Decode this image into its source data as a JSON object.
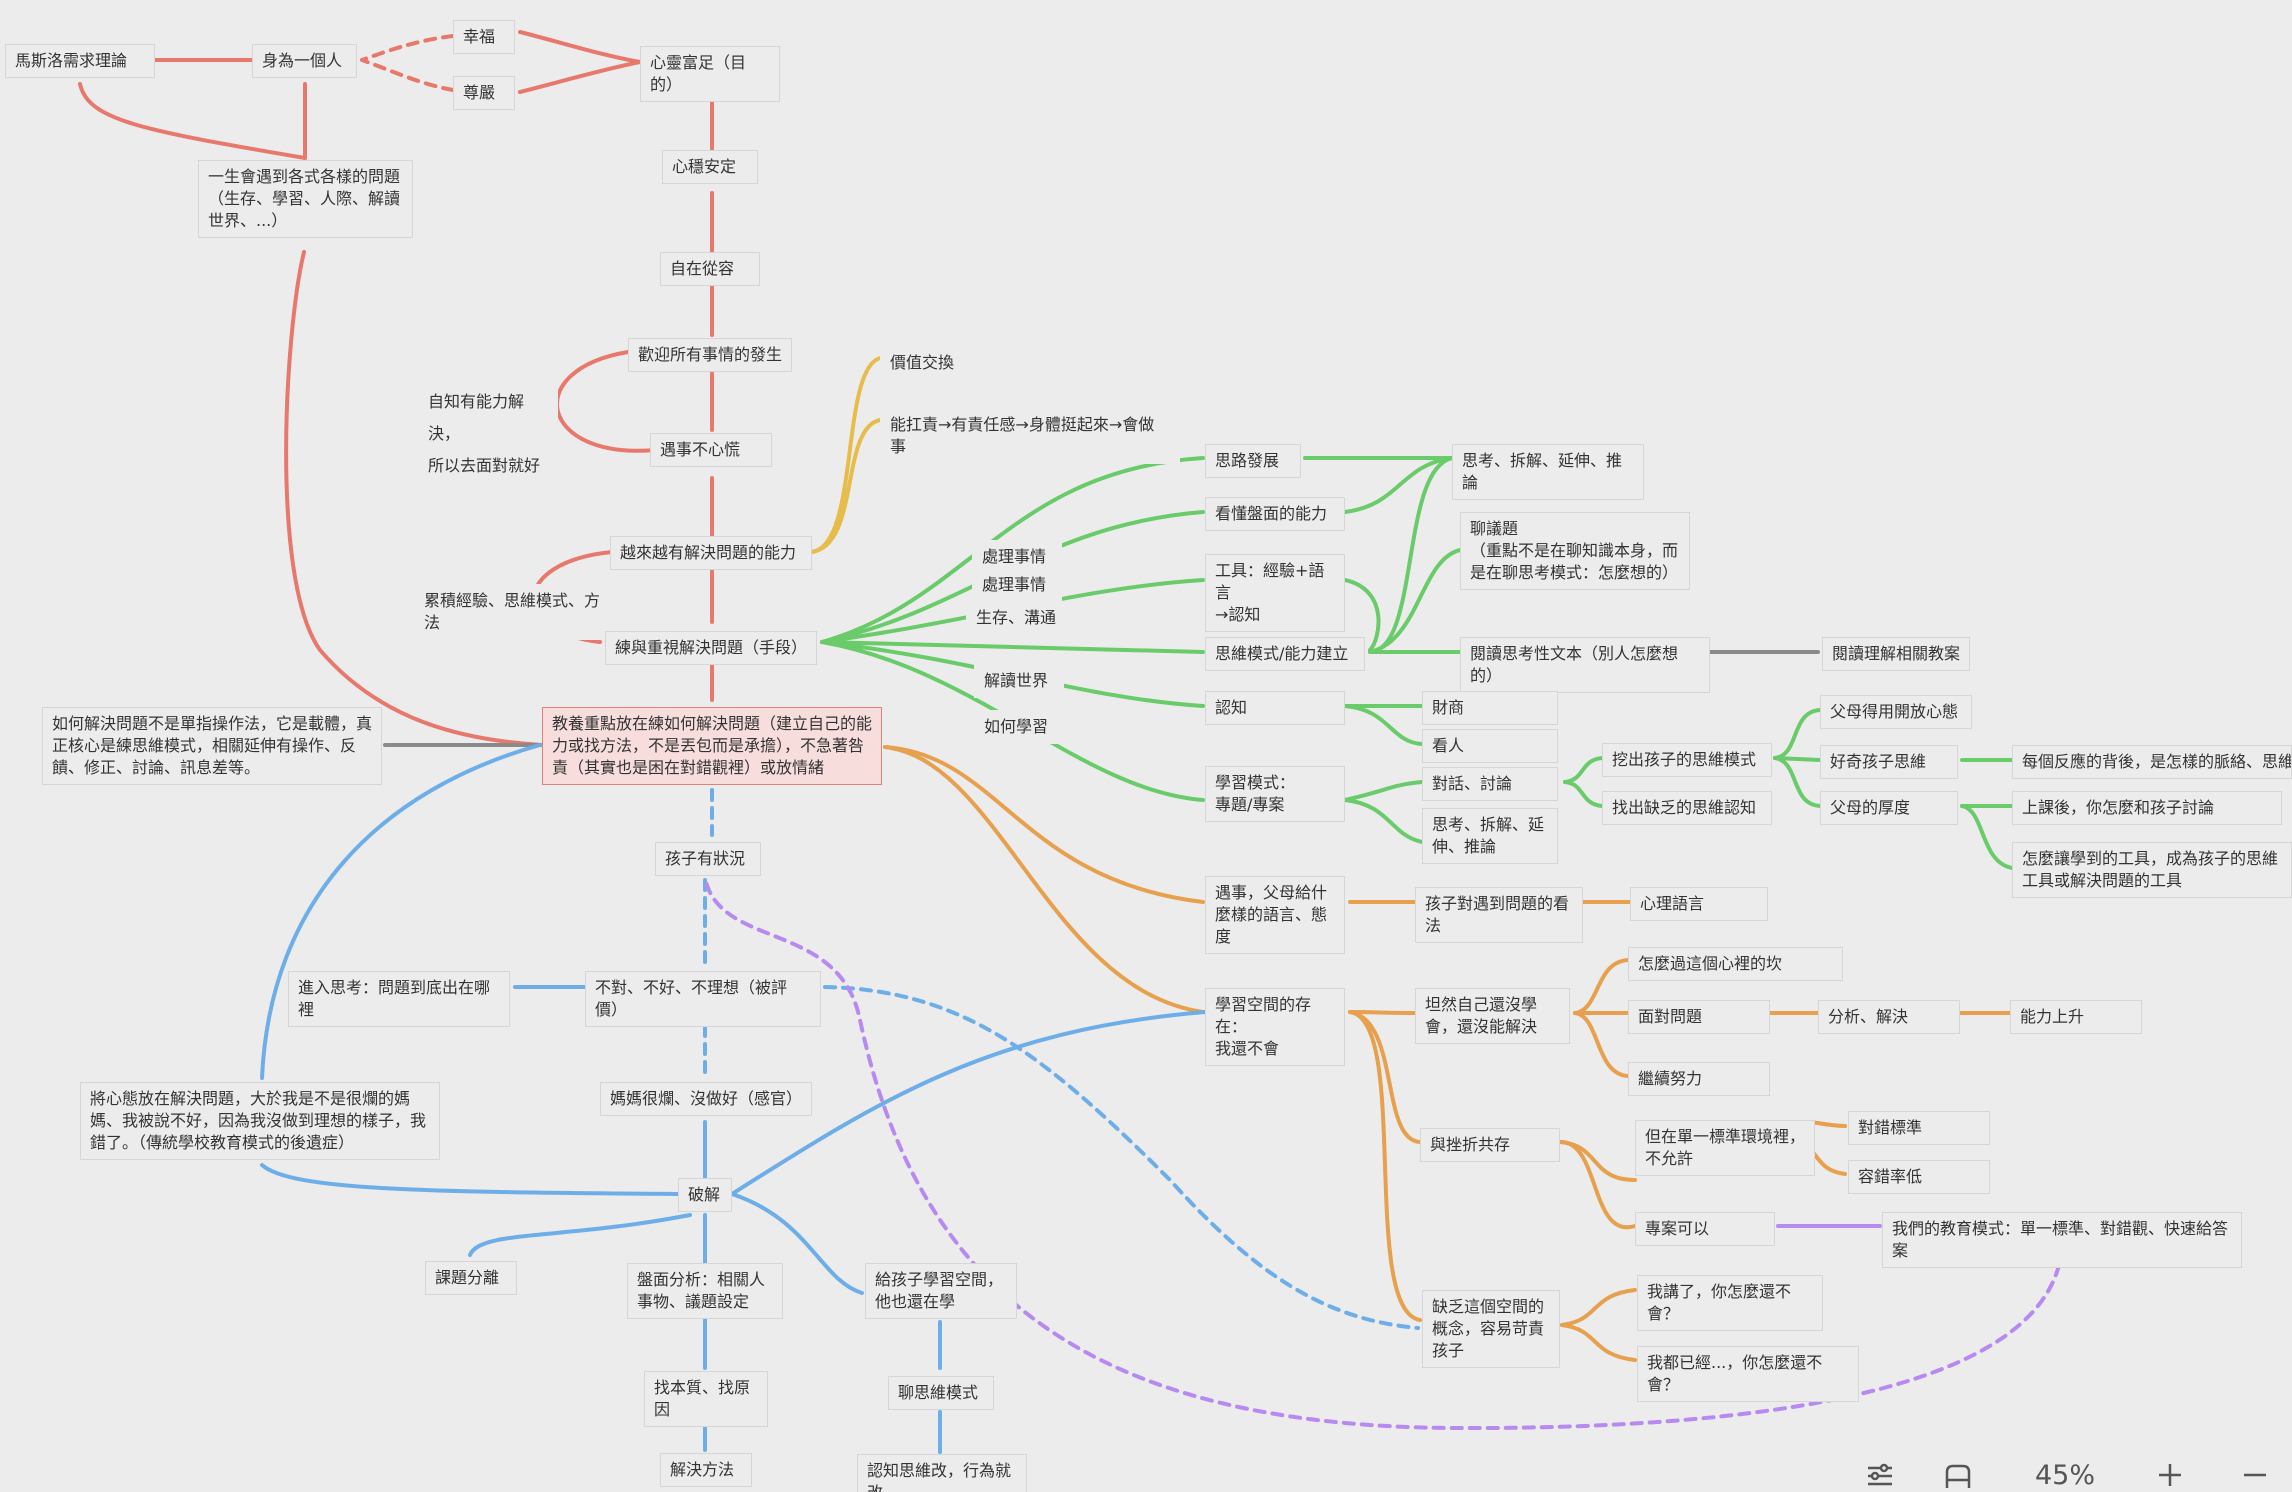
{
  "colors": {
    "red": "#e8786c",
    "yellow": "#e6bd4c",
    "green": "#6acb6a",
    "orange": "#e6a04e",
    "blue": "#6eaee8",
    "purple": "#b78af0",
    "gray": "#8a8a8a"
  },
  "nodes": {
    "maslow": "馬斯洛需求理論",
    "as_person": "身為一個人",
    "happiness": "幸福",
    "dignity": "尊嚴",
    "fulfilled": "心靈富足（目的）",
    "life_problems": "一生會遇到各式各樣的問題\n（生存、學習、人際、解讀世界、...）",
    "stable": "心穩安定",
    "composed": "自在從容",
    "welcome": "歡迎所有事情的發生",
    "self_know": "自知有能力解決，\n所以去面對就好",
    "no_panic": "遇事不心慌",
    "value_exchange": "價值交換",
    "responsibility": "能扛責→有責任感→身體挺起來→會做事",
    "more_ability": "越來越有解決問題的能力",
    "accumulate": "累積經驗、思維模式、方法",
    "practice": "練與重視解決問題（手段）",
    "how_solve": "如何解決問題不是單指操作法，它是載體，真正核心是練思維模式，相關延伸有操作、反饋、修正、討論、訊息差等。",
    "focus": "教養重點放在練如何解決問題（建立自己的能力或找方法，不是丟包而是承擔），不急著咎責（其實也是困在對錯觀裡）或放情緒",
    "child_issue": "孩子有狀況",
    "enter_think": "進入思考：問題到底出在哪裡",
    "not_right": "不對、不好、不理想（被評價）",
    "mom_bad": "媽媽很爛、沒做好（感官）",
    "mindset": "將心態放在解決問題，大於我是不是很爛的媽媽、我被說不好，因為我沒做到理想的樣子，我錯了。（傳統學校教育模式的後遺症）",
    "breakthrough": "破解",
    "task_sep": "課題分離",
    "analysis": "盤面分析：相關人事物、議題設定",
    "essence": "找本質、找原因",
    "solution": "解決方法",
    "give_space": "給孩子學習空間，他也還在學",
    "talk_mode": "聊思維模式",
    "cognitive": "認知思維改，行為就改",
    "handle1": "處理事情",
    "handle2": "處理事情",
    "survive": "生存、溝通",
    "interpret": "解讀世界",
    "how_learn": "如何學習",
    "idea_dev": "思路發展",
    "think_split": "思考、拆解、延伸、推論",
    "understand": "看懂盤面的能力",
    "tools": "工具：經驗+語言\n→認知",
    "chat": "聊議題\n（重點不是在聊知識本身，而是在聊思考模式：怎麼想的）",
    "thinking_mode": "思維模式/能力建立",
    "read_text": "閱讀思考性文本（別人怎麼想的）",
    "read_lesson": "閱讀理解相關教案",
    "cognition": "認知",
    "fq": "財商",
    "judge_people": "看人",
    "learn_mode": "學習模式：\n專題/專案",
    "dialog": "對話、討論",
    "think_split2": "思考、拆解、延伸、推論",
    "dig_out": "挖出孩子的思維模式",
    "find_lack": "找出缺乏的思維認知",
    "parents_open": "父母得用開放心態",
    "curious": "好奇孩子思維",
    "each_reaction": "每個反應的背後，是怎樣的脈絡、思維",
    "depth": "父母的厚度",
    "after_class": "上課後，你怎麼和孩子討論",
    "tools_become": "怎麼讓學到的工具，成為孩子的思維工具或解決問題的工具",
    "encounter": "遇事，父母給什麼樣的語言、態度",
    "child_view": "孩子對遇到問題的看法",
    "psych_lang": "心理語言",
    "space_exists": "學習空間的存在：\n我還不會",
    "admit": "坦然自己還沒學會，還沒能解決",
    "overcome": "怎麼過這個心裡的坎",
    "face": "面對問題",
    "analyze": "分析、解決",
    "ability_up": "能力上升",
    "keep_going": "繼續努力",
    "coexist": "與挫折共存",
    "single_std": "但在單一標準環境裡，不允許",
    "right_wrong": "對錯標準",
    "low_tolerance": "容錯率低",
    "project_ok": "專案可以",
    "edu_mode": "我們的教育模式：單一標準、對錯觀、快速給答案",
    "lack_concept": "缺乏這個空間的概念，容易苛責孩子",
    "told_you": "我講了，你怎麼還不會？",
    "already": "我都已經...，你怎麼還不會？"
  },
  "toolbar": {
    "zoom": "45%",
    "settings_icon": "sliders-icon",
    "layout_icon": "layout-icon",
    "zoom_in_icon": "plus-icon",
    "zoom_out_icon": "minus-icon"
  }
}
